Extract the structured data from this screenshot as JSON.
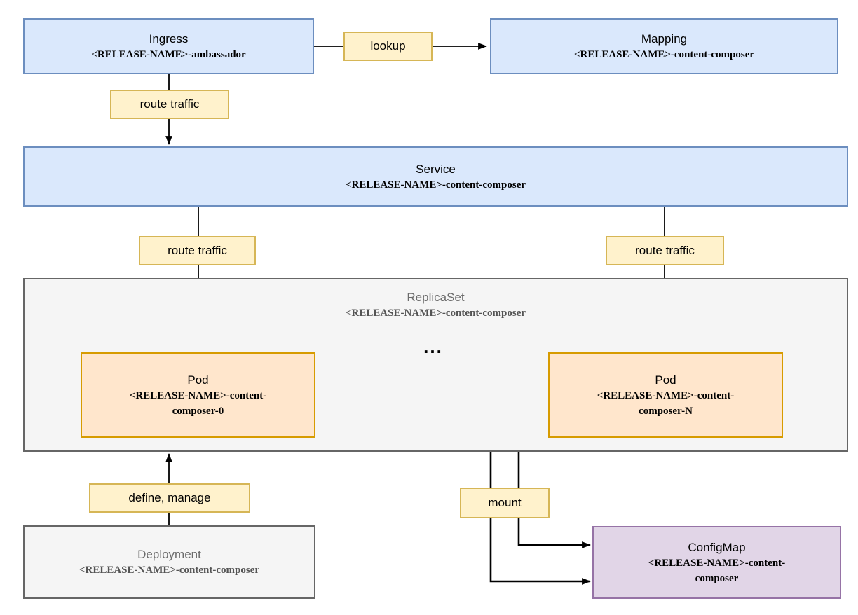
{
  "diagram": {
    "nodes": {
      "ingress": {
        "title": "Ingress",
        "subtitle": "<RELEASE-NAME>-ambassador"
      },
      "mapping": {
        "title": "Mapping",
        "subtitle": "<RELEASE-NAME>-content-composer"
      },
      "service": {
        "title": "Service",
        "subtitle": "<RELEASE-NAME>-content-composer"
      },
      "replicaset": {
        "title": "ReplicaSet",
        "subtitle": "<RELEASE-NAME>-content-composer"
      },
      "pod0": {
        "title": "Pod",
        "subtitle": "<RELEASE-NAME>-content-composer-0"
      },
      "podN": {
        "title": "Pod",
        "subtitle": "<RELEASE-NAME>-content-composer-N"
      },
      "deployment": {
        "title": "Deployment",
        "subtitle": "<RELEASE-NAME>-content-composer"
      },
      "configmap": {
        "title": "ConfigMap",
        "subtitle": "<RELEASE-NAME>-content-composer"
      }
    },
    "edge_labels": {
      "lookup": "lookup",
      "route_traffic_1": "route traffic",
      "route_traffic_2": "route traffic",
      "route_traffic_3": "route traffic",
      "define_manage": "define, manage",
      "mount": "mount"
    },
    "ellipsis": "...",
    "colors": {
      "blue_fill": "#dae8fc",
      "blue_stroke": "#6c8ebf",
      "yellow_fill": "#fff2cc",
      "yellow_stroke": "#d6b656",
      "orange_fill": "#ffe6cc",
      "orange_stroke": "#d79b00",
      "purple_fill": "#e1d5e7",
      "purple_stroke": "#9673a6",
      "gray_fill": "#f5f5f5",
      "gray_stroke": "#666666",
      "arrow": "#000000"
    }
  }
}
